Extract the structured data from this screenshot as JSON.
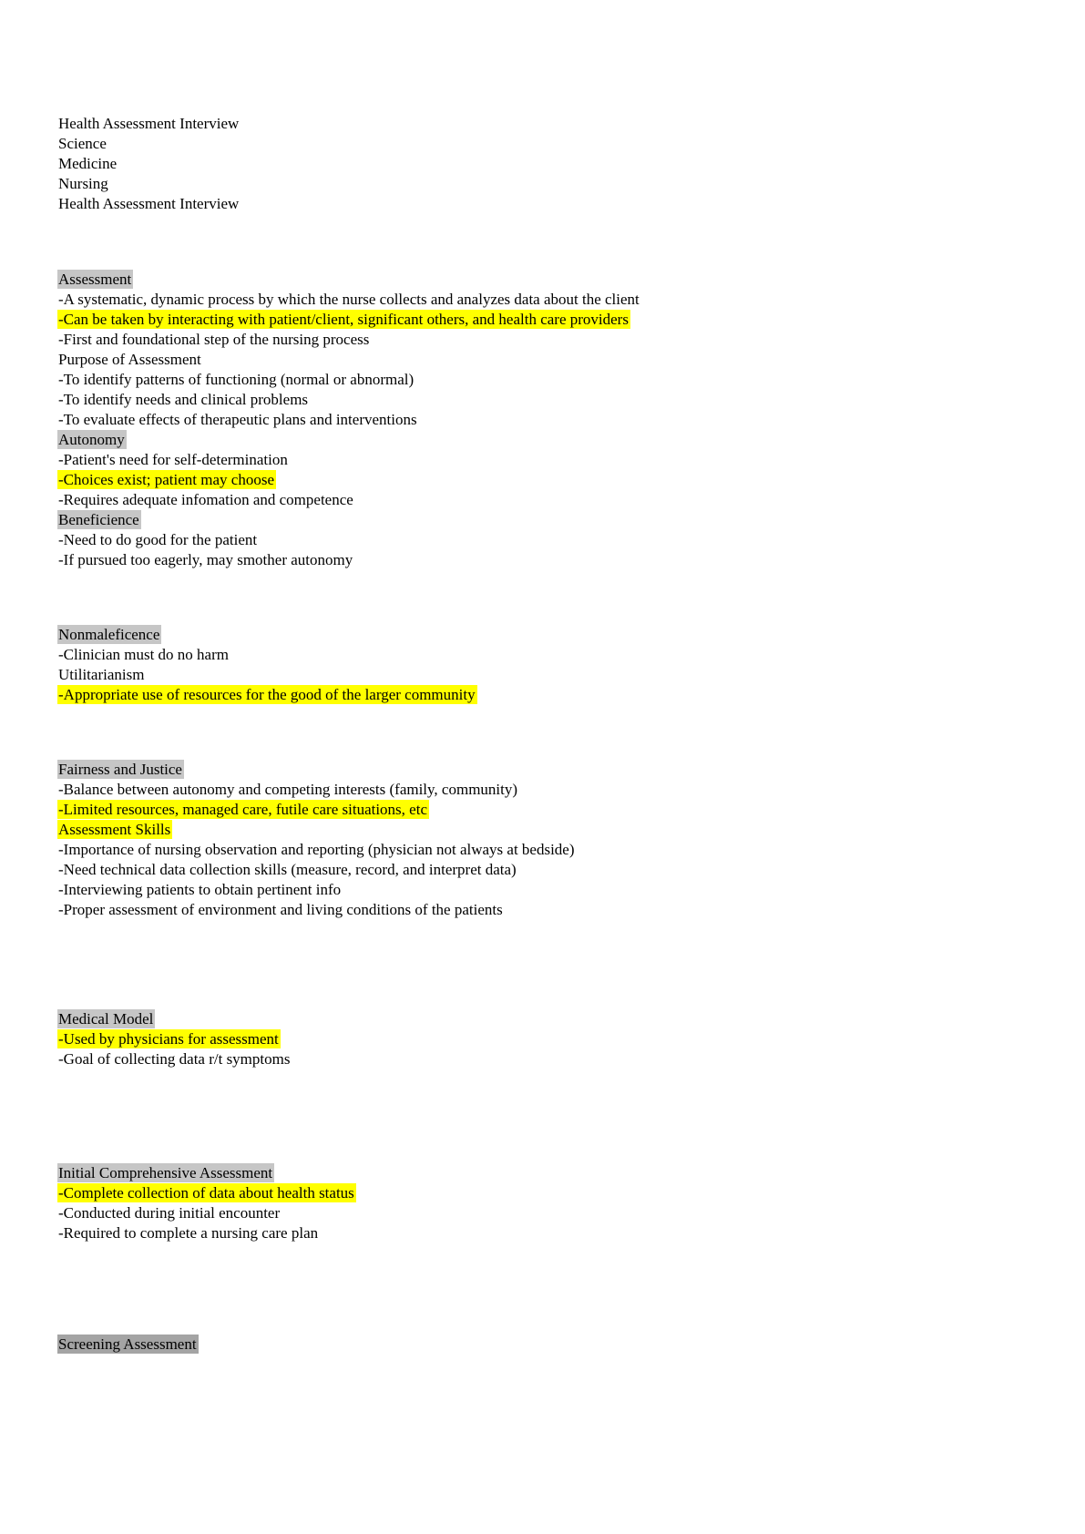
{
  "page": {
    "background": "#ffffff",
    "text_color": "#000000",
    "highlight_colors": {
      "gray": "#c6c6c6",
      "darkgray": "#a4a4a4",
      "yellow": "#ffff00"
    }
  },
  "blocks": [
    {
      "name": "title-block",
      "lines": [
        {
          "text": "Health Assessment Interview",
          "highlight": "none"
        },
        {
          "text": "Science",
          "highlight": "none"
        },
        {
          "text": "Medicine",
          "highlight": "none"
        },
        {
          "text": "Nursing",
          "highlight": "none"
        },
        {
          "text": "Health Assessment Interview",
          "highlight": "none"
        }
      ]
    },
    {
      "name": "assessment-section",
      "lines": [
        {
          "text": "Assessment",
          "highlight": "gray"
        },
        {
          "text": "-A systematic, dynamic process by which the nurse collects and analyzes data about the client",
          "highlight": "none"
        },
        {
          "text": "-Can be taken by interacting with patient/client, significant others, and health care providers",
          "highlight": "yellow"
        },
        {
          "text": "-First and foundational step of the nursing process",
          "highlight": "none"
        },
        {
          "text": "Purpose of Assessment",
          "highlight": "none"
        },
        {
          "text": "-To identify patterns of functioning (normal or abnormal)",
          "highlight": "none"
        },
        {
          "text": "-To identify needs and clinical problems",
          "highlight": "none"
        },
        {
          "text": "-To evaluate effects of therapeutic plans and interventions",
          "highlight": "none"
        },
        {
          "text": "Autonomy",
          "highlight": "gray"
        },
        {
          "text": "-Patient's need for self-determination",
          "highlight": "none"
        },
        {
          "text": "-Choices exist; patient may choose",
          "highlight": "yellow"
        },
        {
          "text": "-Requires adequate infomation and competence",
          "highlight": "none"
        },
        {
          "text": "Beneficience",
          "highlight": "gray"
        },
        {
          "text": "-Need to do good for the patient",
          "highlight": "none"
        },
        {
          "text": "-If pursued too eagerly, may smother autonomy",
          "highlight": "none"
        }
      ]
    },
    {
      "name": "nonmaleficence-section",
      "lines": [
        {
          "text": "Nonmaleficence",
          "highlight": "gray"
        },
        {
          "text": "-Clinician must do no harm",
          "highlight": "none"
        },
        {
          "text": "Utilitarianism",
          "highlight": "none"
        },
        {
          "text": "-Appropriate use of resources for the good of the larger community",
          "highlight": "yellow"
        }
      ]
    },
    {
      "name": "fairness-section",
      "lines": [
        {
          "text": "Fairness and Justice",
          "highlight": "gray"
        },
        {
          "text": "-Balance between autonomy and competing interests (family, community)",
          "highlight": "none"
        },
        {
          "text": "-Limited resources, managed care, futile care situations, etc",
          "highlight": "yellow"
        },
        {
          "text": "Assessment Skills",
          "highlight": "yellow"
        },
        {
          "text": "-Importance of nursing observation and reporting (physician not always at bedside)",
          "highlight": "none"
        },
        {
          "text": "-Need technical data collection skills (measure, record, and interpret data)",
          "highlight": "none"
        },
        {
          "text": "-Interviewing patients to obtain pertinent info",
          "highlight": "none"
        },
        {
          "text": "-Proper assessment of environment and living conditions of the patients",
          "highlight": "none"
        }
      ]
    },
    {
      "name": "medical-model-section",
      "lines": [
        {
          "text": "Medical Model",
          "highlight": "gray"
        },
        {
          "text": "-Used by physicians for assessment",
          "highlight": "yellow"
        },
        {
          "text": "-Goal of collecting data r/t symptoms",
          "highlight": "none"
        }
      ]
    },
    {
      "name": "initial-comprehensive-assessment-section",
      "lines": [
        {
          "text": "Initial Comprehensive Assessment",
          "highlight": "gray"
        },
        {
          "text": "-Complete collection of data about health status",
          "highlight": "yellow"
        },
        {
          "text": "-Conducted during initial encounter",
          "highlight": "none"
        },
        {
          "text": "-Required to complete a nursing care plan",
          "highlight": "none"
        }
      ]
    },
    {
      "name": "screening-assessment-section",
      "lines": [
        {
          "text": "Screening Assessment",
          "highlight": "darkgray"
        }
      ]
    }
  ]
}
